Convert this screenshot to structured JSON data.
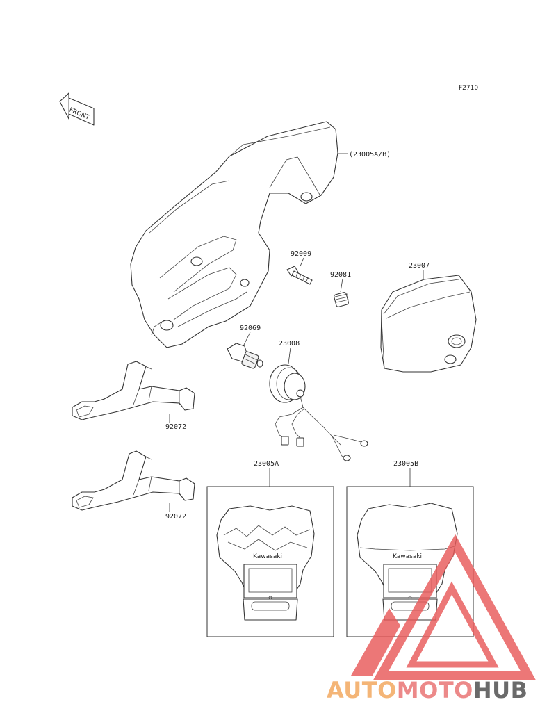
{
  "figure_code": "F2710",
  "front_label": "FRONT",
  "labels": {
    "cover": "(23005A/B)",
    "screw": "92009",
    "grommet": "92081",
    "headlight_unit": "23007",
    "bulb": "92069",
    "socket": "23008",
    "stay_upper": "92072",
    "stay_lower": "92072",
    "variant_a": "23005A",
    "variant_b": "23005B"
  },
  "brand_on_cover": "Kawasaki",
  "watermark": {
    "part1": "AUTO",
    "part2": "MOTO",
    "part3": "HUB",
    "color_1": "#f2a65a",
    "color_2": "#e87070",
    "color_3": "#4a4a4a",
    "triangle_color": "#e85a5a"
  }
}
